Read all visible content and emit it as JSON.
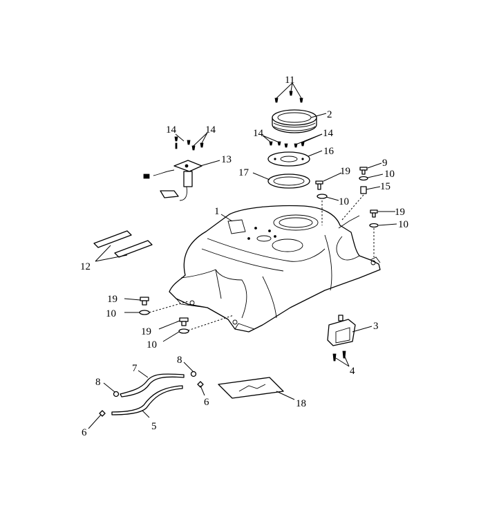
{
  "callouts": [
    {
      "id": "c1",
      "label": "1"
    },
    {
      "id": "c2",
      "label": "2"
    },
    {
      "id": "c3",
      "label": "3"
    },
    {
      "id": "c4",
      "label": "4"
    },
    {
      "id": "c5",
      "label": "5"
    },
    {
      "id": "c6a",
      "label": "6"
    },
    {
      "id": "c6b",
      "label": "6"
    },
    {
      "id": "c7",
      "label": "7"
    },
    {
      "id": "c8a",
      "label": "8"
    },
    {
      "id": "c8b",
      "label": "8"
    },
    {
      "id": "c9",
      "label": "9"
    },
    {
      "id": "c10a",
      "label": "10"
    },
    {
      "id": "c10b",
      "label": "10"
    },
    {
      "id": "c10c",
      "label": "10"
    },
    {
      "id": "c10d",
      "label": "10"
    },
    {
      "id": "c10e",
      "label": "10"
    },
    {
      "id": "c11",
      "label": "11"
    },
    {
      "id": "c12",
      "label": "12"
    },
    {
      "id": "c13",
      "label": "13"
    },
    {
      "id": "c14a",
      "label": "14"
    },
    {
      "id": "c14b",
      "label": "14"
    },
    {
      "id": "c14c",
      "label": "14"
    },
    {
      "id": "c14d",
      "label": "14"
    },
    {
      "id": "c15",
      "label": "15"
    },
    {
      "id": "c16",
      "label": "16"
    },
    {
      "id": "c17",
      "label": "17"
    },
    {
      "id": "c18",
      "label": "18"
    },
    {
      "id": "c19a",
      "label": "19"
    },
    {
      "id": "c19b",
      "label": "19"
    },
    {
      "id": "c19c",
      "label": "19"
    },
    {
      "id": "c19d",
      "label": "19"
    }
  ]
}
